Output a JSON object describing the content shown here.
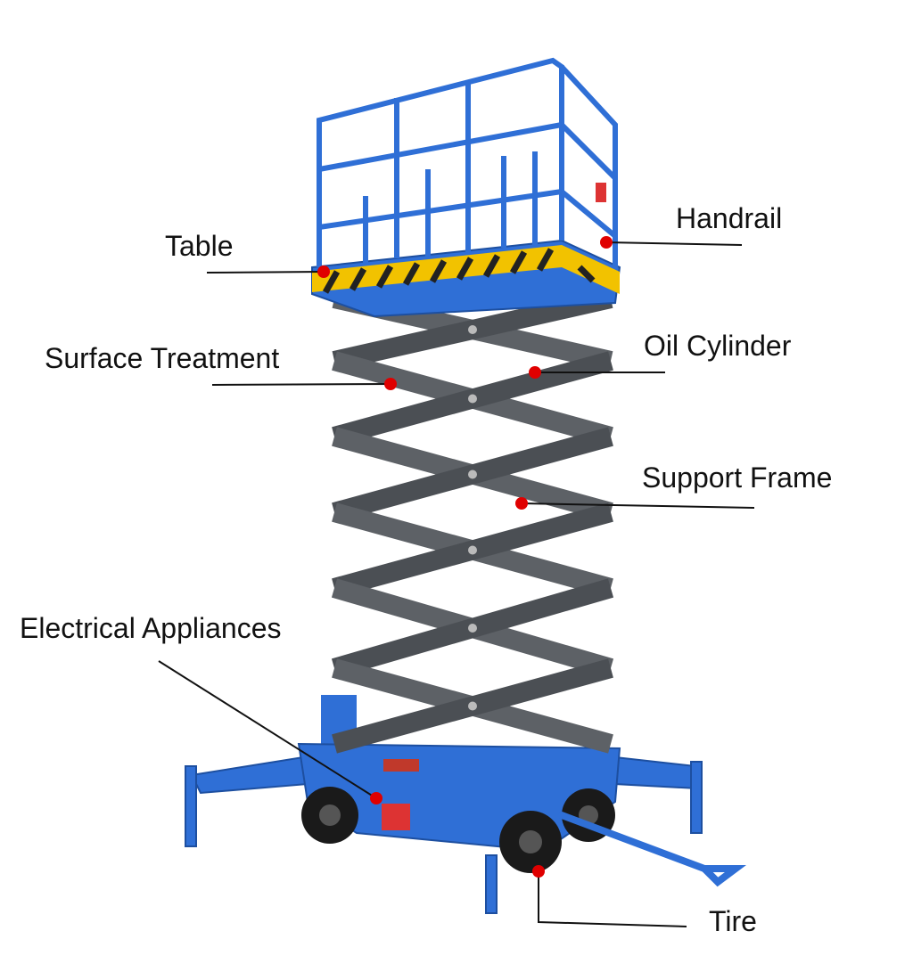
{
  "labels": {
    "table": "Table",
    "handrail": "Handrail",
    "surface_treatment": "Surface Treatment",
    "oil_cylinder": "Oil Cylinder",
    "support_frame": "Support Frame",
    "electrical_appliances": "Electrical Appliances",
    "tire": "Tire"
  },
  "colors": {
    "frame_blue": "#2f6fd6",
    "arm_gray": "#5d6166",
    "marker_red": "#e00000",
    "stripe_yellow": "#f2c200"
  }
}
